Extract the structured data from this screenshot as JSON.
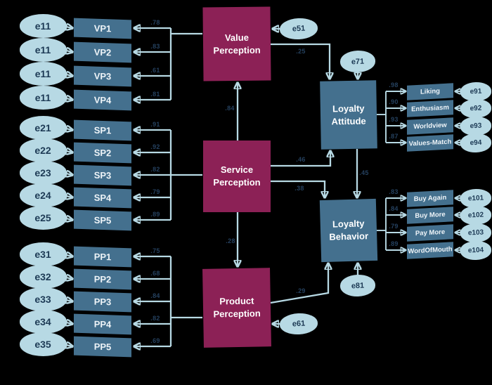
{
  "colors": {
    "background": "#000000",
    "line": "#b7d9e4",
    "ellipse": "#b7d9e4",
    "ellipse_text": "#1d3a55",
    "indicator_box": "#44708e",
    "box_text": "#eef4f8",
    "latent_exogenous": "#8c2156",
    "coefficient_text": "#25415f"
  },
  "left_groups": [
    {
      "latent": "Value Perception",
      "rows": [
        {
          "error": "e11",
          "indicator": "VP1",
          "loading": ".78"
        },
        {
          "error": "e11",
          "indicator": "VP2",
          "loading": ".83"
        },
        {
          "error": "e11",
          "indicator": "VP3",
          "loading": ".61"
        },
        {
          "error": "e11",
          "indicator": "VP4",
          "loading": ".81"
        }
      ]
    },
    {
      "latent": "Service Perception",
      "rows": [
        {
          "error": "e21",
          "indicator": "SP1",
          "loading": ".91"
        },
        {
          "error": "e22",
          "indicator": "SP2",
          "loading": ".92"
        },
        {
          "error": "e23",
          "indicator": "SP3",
          "loading": ".82"
        },
        {
          "error": "e24",
          "indicator": "SP4",
          "loading": ".79"
        },
        {
          "error": "e25",
          "indicator": "SP5",
          "loading": ".89"
        }
      ]
    },
    {
      "latent": "Product Perception",
      "rows": [
        {
          "error": "e31",
          "indicator": "PP1",
          "loading": ".75"
        },
        {
          "error": "e32",
          "indicator": "PP2",
          "loading": ".68"
        },
        {
          "error": "e33",
          "indicator": "PP3",
          "loading": ".84"
        },
        {
          "error": "e34",
          "indicator": "PP4",
          "loading": ".82"
        },
        {
          "error": "e35",
          "indicator": "PP5",
          "loading": ".69"
        }
      ]
    }
  ],
  "latents": [
    {
      "label": "Value Perception"
    },
    {
      "label": "Service Perception"
    },
    {
      "label": "Product Perception"
    },
    {
      "label": "Loyalty Attitude"
    },
    {
      "label": "Loyalty Behavior"
    }
  ],
  "latent_errors": [
    {
      "label": "e51",
      "attached_to": "Value Perception"
    },
    {
      "label": "e71",
      "attached_to": "Loyalty Attitude"
    },
    {
      "label": "e61",
      "attached_to": "Product Perception"
    },
    {
      "label": "e81",
      "attached_to": "Loyalty Behavior"
    }
  ],
  "paths": [
    {
      "from": "Value Perception",
      "to": "Loyalty Attitude",
      "coefficient": ".25"
    },
    {
      "from": "Service Perception",
      "to": "Value Perception",
      "coefficient": ".84"
    },
    {
      "from": "Service Perception",
      "to": "Loyalty Attitude",
      "coefficient": ".46"
    },
    {
      "from": "Service Perception",
      "to": "Loyalty Behavior",
      "coefficient": ".38"
    },
    {
      "from": "Service Perception",
      "to": "Product Perception",
      "coefficient": ".28"
    },
    {
      "from": "Product Perception",
      "to": "Loyalty Behavior",
      "coefficient": ".29"
    },
    {
      "from": "Loyalty Attitude",
      "to": "Loyalty Behavior",
      "coefficient": ".45"
    }
  ],
  "right_groups": [
    {
      "latent": "Loyalty Attitude",
      "rows": [
        {
          "indicator": "Liking",
          "loading": ".98",
          "error": "e91"
        },
        {
          "indicator": "Enthusiasm",
          "loading": ".90",
          "error": "e92"
        },
        {
          "indicator": "Worldview",
          "loading": ".93",
          "error": "e93"
        },
        {
          "indicator": "Values-Match",
          "loading": ".87",
          "error": "e94"
        }
      ]
    },
    {
      "latent": "Loyalty Behavior",
      "rows": [
        {
          "indicator": "Buy Again",
          "loading": ".83",
          "error": "e101"
        },
        {
          "indicator": "Buy More",
          "loading": ".84",
          "error": "e102"
        },
        {
          "indicator": "Pay More",
          "loading": ".79",
          "error": "e103"
        },
        {
          "indicator": "WordOfMouth",
          "loading": ".89",
          "error": "e104"
        }
      ]
    }
  ]
}
